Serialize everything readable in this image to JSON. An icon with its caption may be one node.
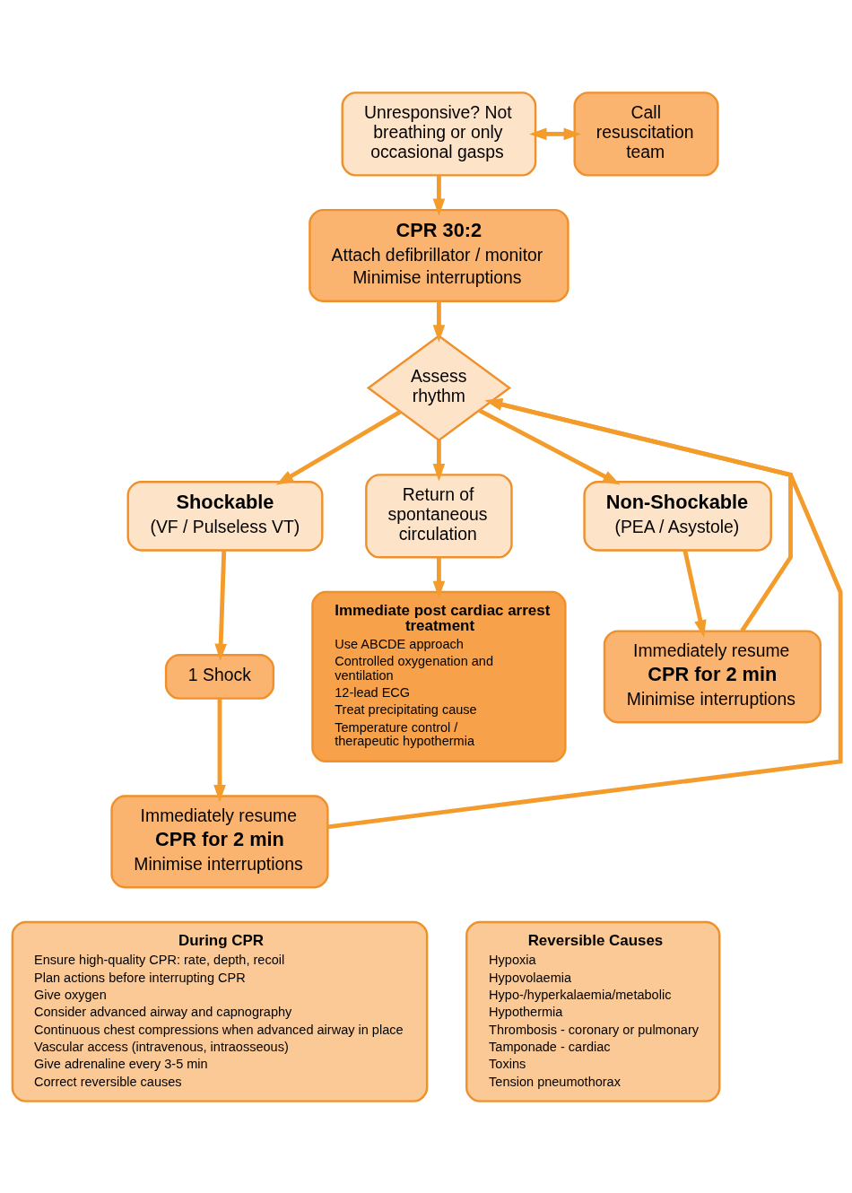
{
  "diagram": {
    "nodes": [
      {
        "text": [
          "Unresponsive? Not breathing or only occasional gasps"
        ]
      },
      {
        "text": [
          "Call resuscitation team"
        ]
      },
      {
        "text": [
          "CPR 30:2",
          "Attach defibrillator / monitor",
          "Minimise interruptions"
        ]
      },
      {
        "text": [
          "Assess rhythm"
        ]
      },
      {
        "text": [
          "Shockable",
          "(VF / Pulseless VT)"
        ]
      },
      {
        "text": [
          "Non-Shockable",
          "(PEA / Asystole)"
        ]
      },
      {
        "text": [
          "1 Shock"
        ]
      },
      {
        "text": [
          "Return of spontaneous circulation"
        ]
      },
      {
        "text": [
          "Immediately resume",
          "CPR for 2 min",
          "Minimise interruptions"
        ]
      },
      {
        "text": [
          "Immediate post cardiac arrest treatment",
          "Use ABCDE approach",
          "Controlled oxygenation and ventilation",
          "12-lead ECG",
          "Treat precipitating cause",
          "Temperature control / therapeutic hypothermia"
        ]
      },
      {
        "text": [
          "Immediately resume",
          "CPR for 2 min",
          "Minimise interruptions"
        ]
      },
      {
        "text": [
          "During CPR",
          "Ensure high-quality CPR: rate, depth, recoil",
          "Plan actions before interrupting CPR",
          "Give oxygen",
          "Consider advanced airway and capnography",
          "Continuous chest compressions when advanced airway in place",
          "Vascular access (intravenous, intraosseous)",
          "Give adrenaline every 3-5 min",
          "Correct reversible causes"
        ]
      },
      {
        "text": [
          "Reversible Causes",
          "Hypoxia",
          "Hypovolaemia",
          "Hypo-/hyperkalaemia/metabolic",
          "Hypothermia",
          "Thrombosis - coronary or pulmonary",
          "Tamponade - cardiac",
          "Toxins",
          "Tension pneumothorax"
        ]
      }
    ],
    "edges": [
      {
        "from": 0,
        "to": 2,
        "arrow": "to"
      },
      {
        "from": 0,
        "to": 1,
        "arrow": "both"
      },
      {
        "from": 2,
        "to": 3,
        "arrow": "to"
      },
      {
        "from": 3,
        "to": 4,
        "arrow": "to"
      },
      {
        "from": 3,
        "to": 7,
        "arrow": "to"
      },
      {
        "from": 3,
        "to": 5,
        "arrow": "to"
      },
      {
        "from": 4,
        "to": 6,
        "arrow": "to"
      },
      {
        "from": 6,
        "to": 8,
        "arrow": "to"
      },
      {
        "from": 7,
        "to": 9,
        "arrow": "to"
      },
      {
        "from": 5,
        "to": 10,
        "arrow": "to"
      },
      {
        "from": 8,
        "to": 3,
        "arrow": "to"
      },
      {
        "from": 10,
        "to": 3,
        "arrow": "to"
      }
    ]
  }
}
